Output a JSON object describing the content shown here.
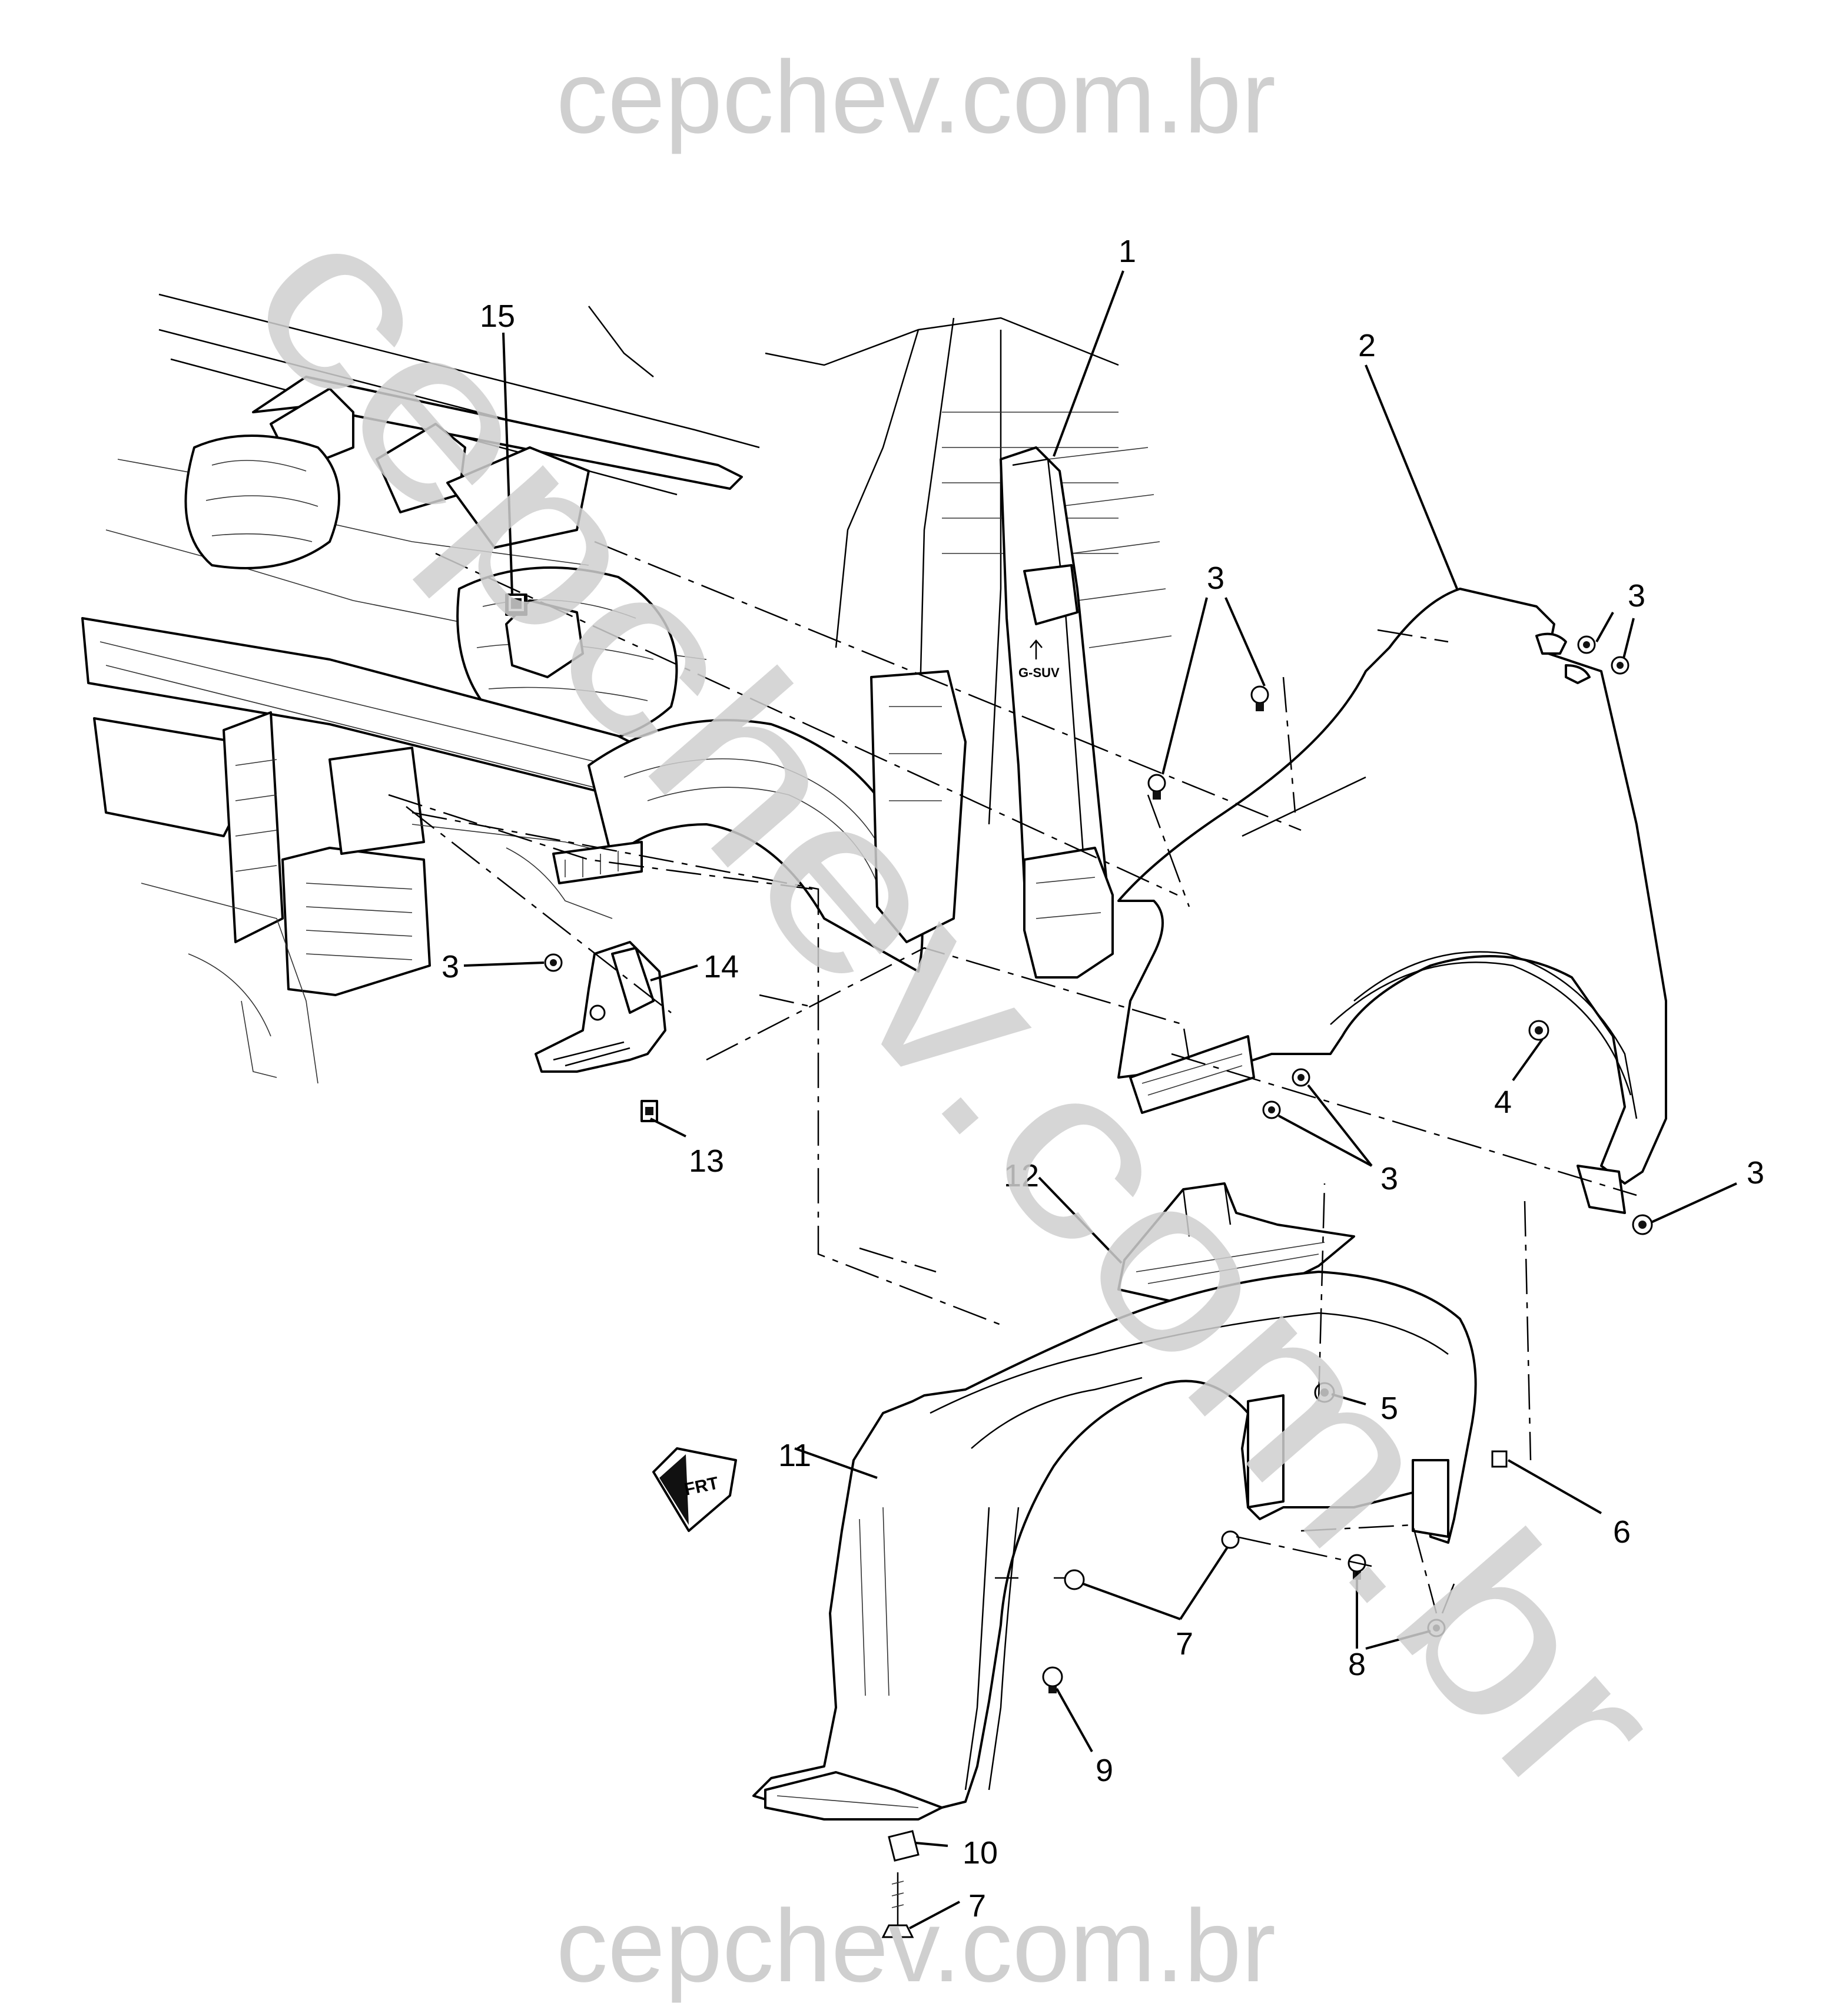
{
  "watermark": {
    "top": "cepchev.com.br",
    "bottom": "cepchev.com.br",
    "diagonal": "cepchev.com.br"
  },
  "callouts": [
    {
      "id": "c1",
      "label": "1"
    },
    {
      "id": "c2",
      "label": "2"
    },
    {
      "id": "c3a",
      "label": "3"
    },
    {
      "id": "c3b",
      "label": "3"
    },
    {
      "id": "c3c",
      "label": "3"
    },
    {
      "id": "c3d",
      "label": "3"
    },
    {
      "id": "c3e",
      "label": "3"
    },
    {
      "id": "c4",
      "label": "4"
    },
    {
      "id": "c5",
      "label": "5"
    },
    {
      "id": "c6",
      "label": "6"
    },
    {
      "id": "c7a",
      "label": "7"
    },
    {
      "id": "c7b",
      "label": "7"
    },
    {
      "id": "c8",
      "label": "8"
    },
    {
      "id": "c9",
      "label": "9"
    },
    {
      "id": "c10",
      "label": "10"
    },
    {
      "id": "c11",
      "label": "11"
    },
    {
      "id": "c12",
      "label": "12"
    },
    {
      "id": "c13",
      "label": "13"
    },
    {
      "id": "c14",
      "label": "14"
    },
    {
      "id": "c15",
      "label": "15"
    }
  ],
  "stamps": {
    "part1_label": "G-SUV",
    "front_arrow": "FRT"
  }
}
